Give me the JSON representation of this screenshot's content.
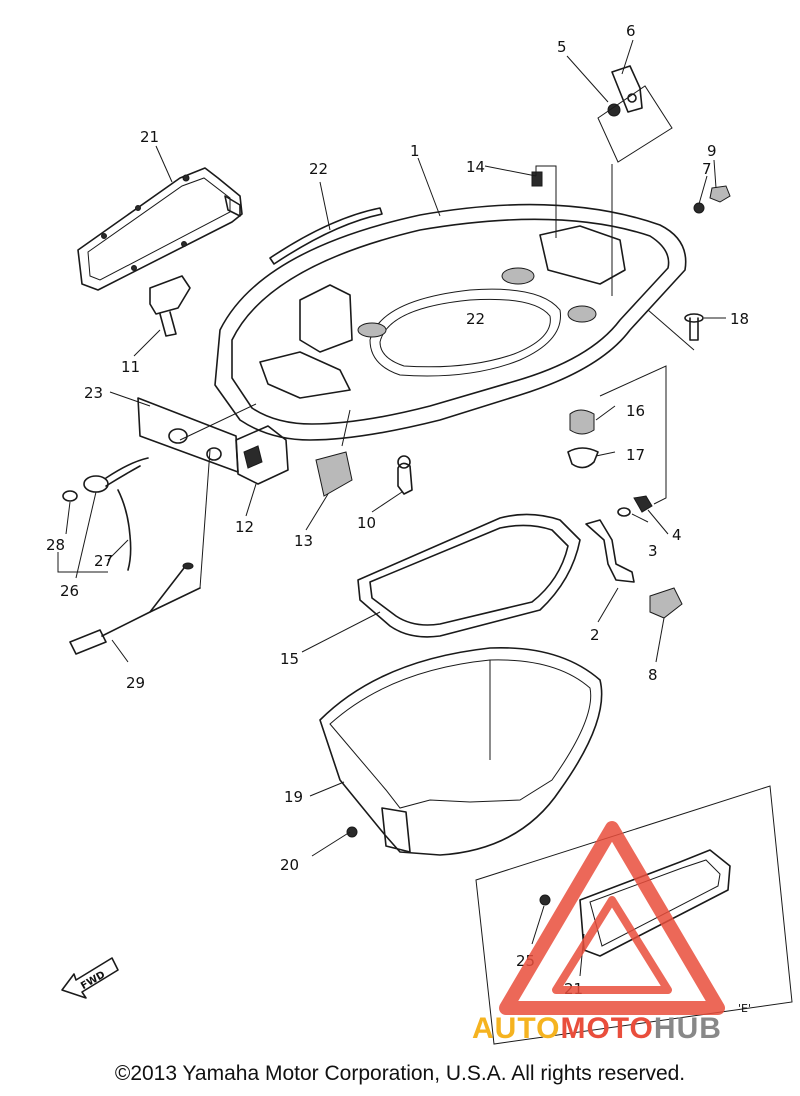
{
  "callouts": {
    "c1": "1",
    "c2": "2",
    "c3": "3",
    "c4": "4",
    "c5": "5",
    "c6": "6",
    "c7": "7",
    "c8": "8",
    "c9": "9",
    "c10": "10",
    "c11": "11",
    "c12": "12",
    "c13": "13",
    "c14": "14",
    "c15": "15",
    "c16": "16",
    "c17": "17",
    "c18": "18",
    "c19": "19",
    "c20": "20",
    "c21a": "21",
    "c21b": "21",
    "c22a": "22",
    "c22b": "22",
    "c23": "23",
    "c25": "25",
    "c26": "26",
    "c27": "27",
    "c28": "28",
    "c29": "29"
  },
  "direction_arrow_label": "FWD",
  "inset_label": "'E'",
  "copyright": "©2013 Yamaha Motor Corporation, U.S.A. All rights reserved.",
  "watermark": {
    "part1": "AUTO",
    "part2": "MOTO",
    "part3": "HUB"
  },
  "colors": {
    "ink": "#1a1a1a",
    "watermark_orange": "#f5b320",
    "watermark_red": "#e94e3c",
    "watermark_grey": "#888888"
  },
  "icons": [
    "fwd-arrow-icon",
    "watermark-triangle-icon"
  ]
}
